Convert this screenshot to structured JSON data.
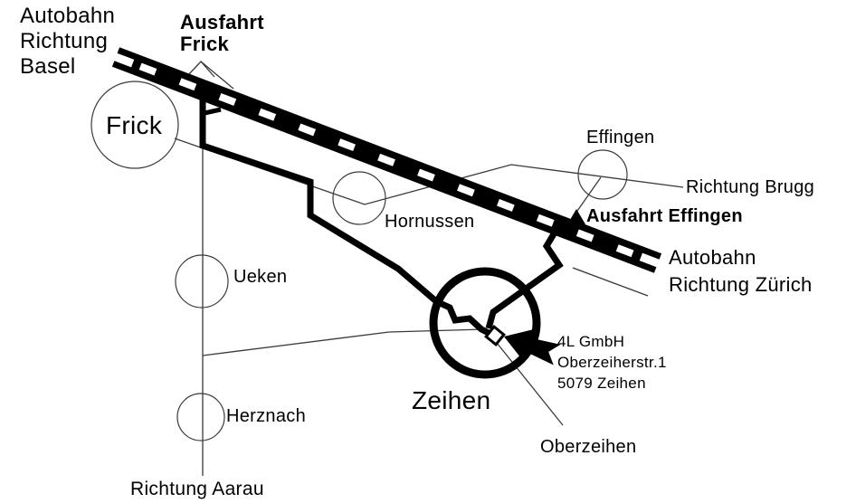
{
  "labels": {
    "autobahn_basel": [
      "Autobahn",
      "Richtung",
      "Basel"
    ],
    "ausfahrt_frick": [
      "Ausfahrt",
      "Frick"
    ],
    "towns": {
      "frick": "Frick",
      "hornussen": "Hornussen",
      "ueken": "Ueken",
      "herznach": "Herznach",
      "effingen": "Effingen",
      "zeihen": "Zeihen",
      "oberzeihen": "Oberzeihen"
    },
    "richtung_brugg": "Richtung Brugg",
    "ausfahrt_effingen": "Ausfahrt Effingen",
    "autobahn_zurich": [
      "Autobahn",
      "Richtung Zürich"
    ],
    "richtung_aarau": "Richtung Aarau",
    "company": {
      "name": "4L GmbH",
      "street": "Oberzeiherstr.1",
      "city": "5079 Zeihen"
    }
  },
  "colors": {
    "ink": "#000000",
    "thin_line": "#3a3a3a",
    "background": "#ffffff"
  }
}
